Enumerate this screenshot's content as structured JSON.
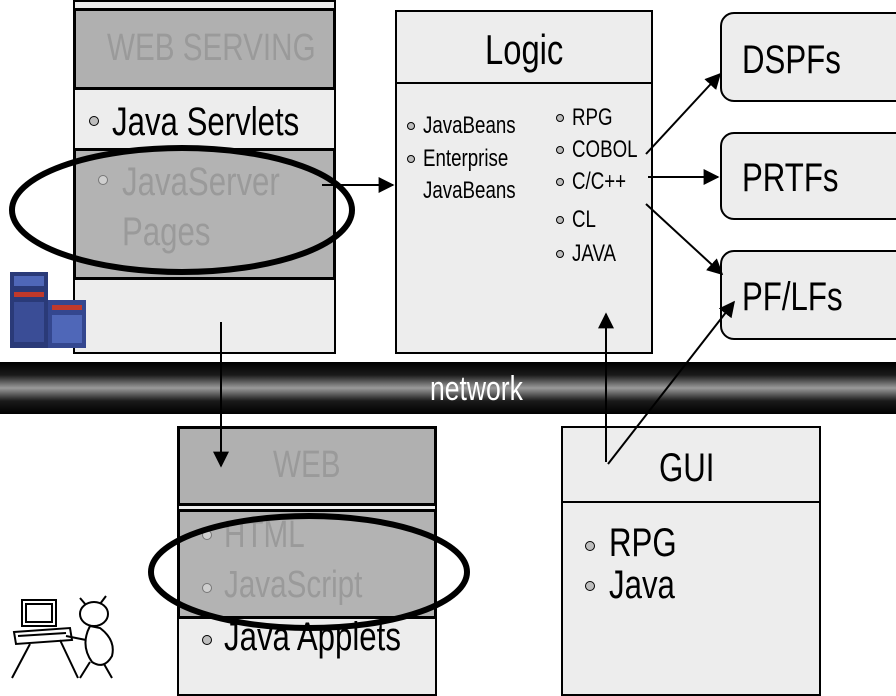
{
  "web_serving": {
    "title": "WEB SERVING",
    "items": [
      "Java Servlets",
      "JavaServer",
      "Pages"
    ]
  },
  "logic": {
    "title": "Logic",
    "left_items": [
      "JavaBeans",
      "Enterprise",
      "JavaBeans"
    ],
    "right_items": [
      "RPG",
      "COBOL",
      "C/C++",
      "CL",
      "JAVA"
    ]
  },
  "outputs": {
    "dspfs": "DSPFs",
    "prtfs": "PRTFs",
    "pflfs": "PF/LFs"
  },
  "network": {
    "label": "network"
  },
  "web": {
    "title": "WEB",
    "items": [
      "HTML",
      "JavaScript",
      "Java Applets"
    ]
  },
  "gui": {
    "title": "GUI",
    "items": [
      "RPG",
      "Java"
    ]
  },
  "colors": {
    "box_fill": "#ededed",
    "header_fill": "#b0b0b0",
    "highlight_fill": "#b3b3b3",
    "dim_text": "#9a9a9a"
  },
  "icons": [
    "server-icon",
    "user-at-computer-icon"
  ]
}
